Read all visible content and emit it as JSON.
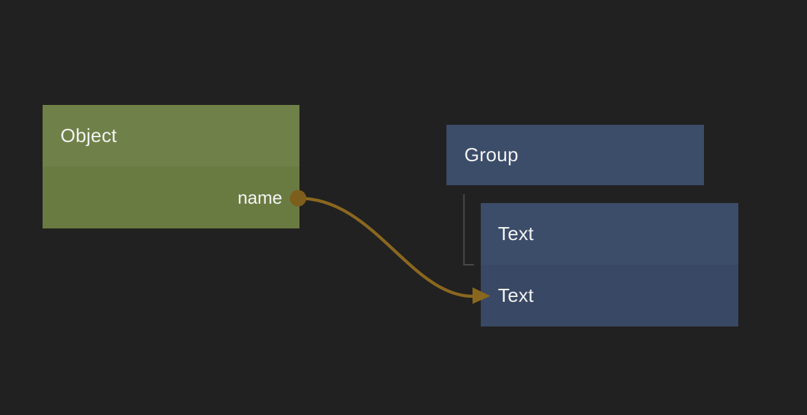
{
  "canvas": {
    "background_color": "#212121"
  },
  "palette": {
    "object_header": "#6f8148",
    "object_body": "#6a7b42",
    "group_header": "#3c4d6a",
    "text_header": "#3c4d6a",
    "text_field_row": "#394864",
    "wire_color": "#8a671f",
    "port_dot_color": "#7d5e1d",
    "tree_connector_color": "#4a4a4a",
    "label_text_color": "#f2f2f2"
  },
  "nodes": {
    "object": {
      "title": "Object",
      "output_port": {
        "label": "name"
      }
    },
    "group": {
      "title": "Group"
    },
    "text": {
      "title": "Text",
      "field": {
        "label": "Text"
      }
    }
  },
  "connections": {
    "wire": {
      "from_port": "name",
      "to_node": "Text"
    },
    "tree": {
      "parent": "Group",
      "child": "Text"
    }
  }
}
